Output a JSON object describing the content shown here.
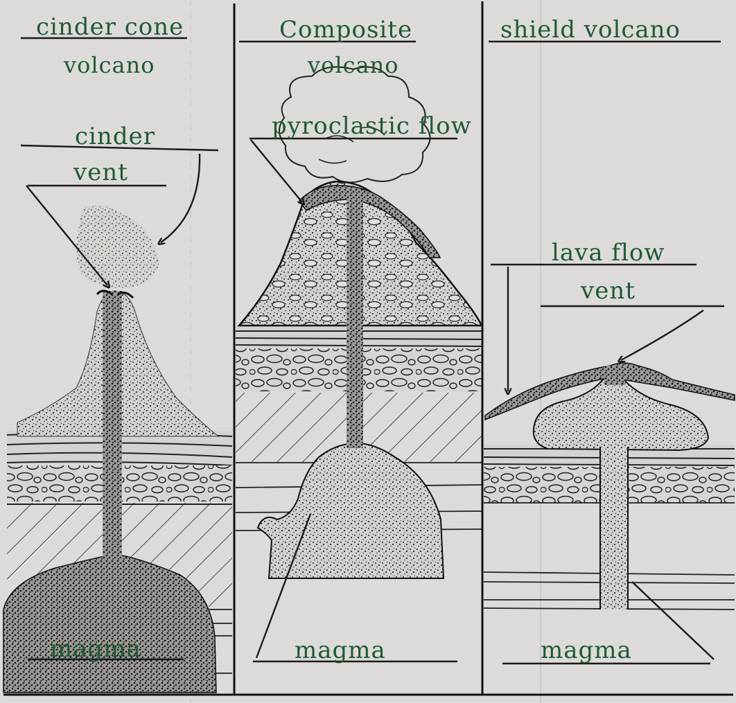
{
  "colors": {
    "paper": "#dcdbd9",
    "ink": "#1a1a1a",
    "label_ink": "#1f5a35"
  },
  "panels": [
    {
      "id": "cinder",
      "title": [
        "cinder cone",
        "volcano"
      ],
      "labels": {
        "top": "cinder",
        "second": "vent",
        "bottom": "magma"
      }
    },
    {
      "id": "composite",
      "title": [
        "Composite",
        "volcano"
      ],
      "labels": {
        "top": "pyroclastic flow",
        "bottom": "magma"
      }
    },
    {
      "id": "shield",
      "title": [
        "shield volcano"
      ],
      "labels": {
        "top": "lava flow",
        "second": "vent",
        "bottom": "magma"
      }
    }
  ]
}
